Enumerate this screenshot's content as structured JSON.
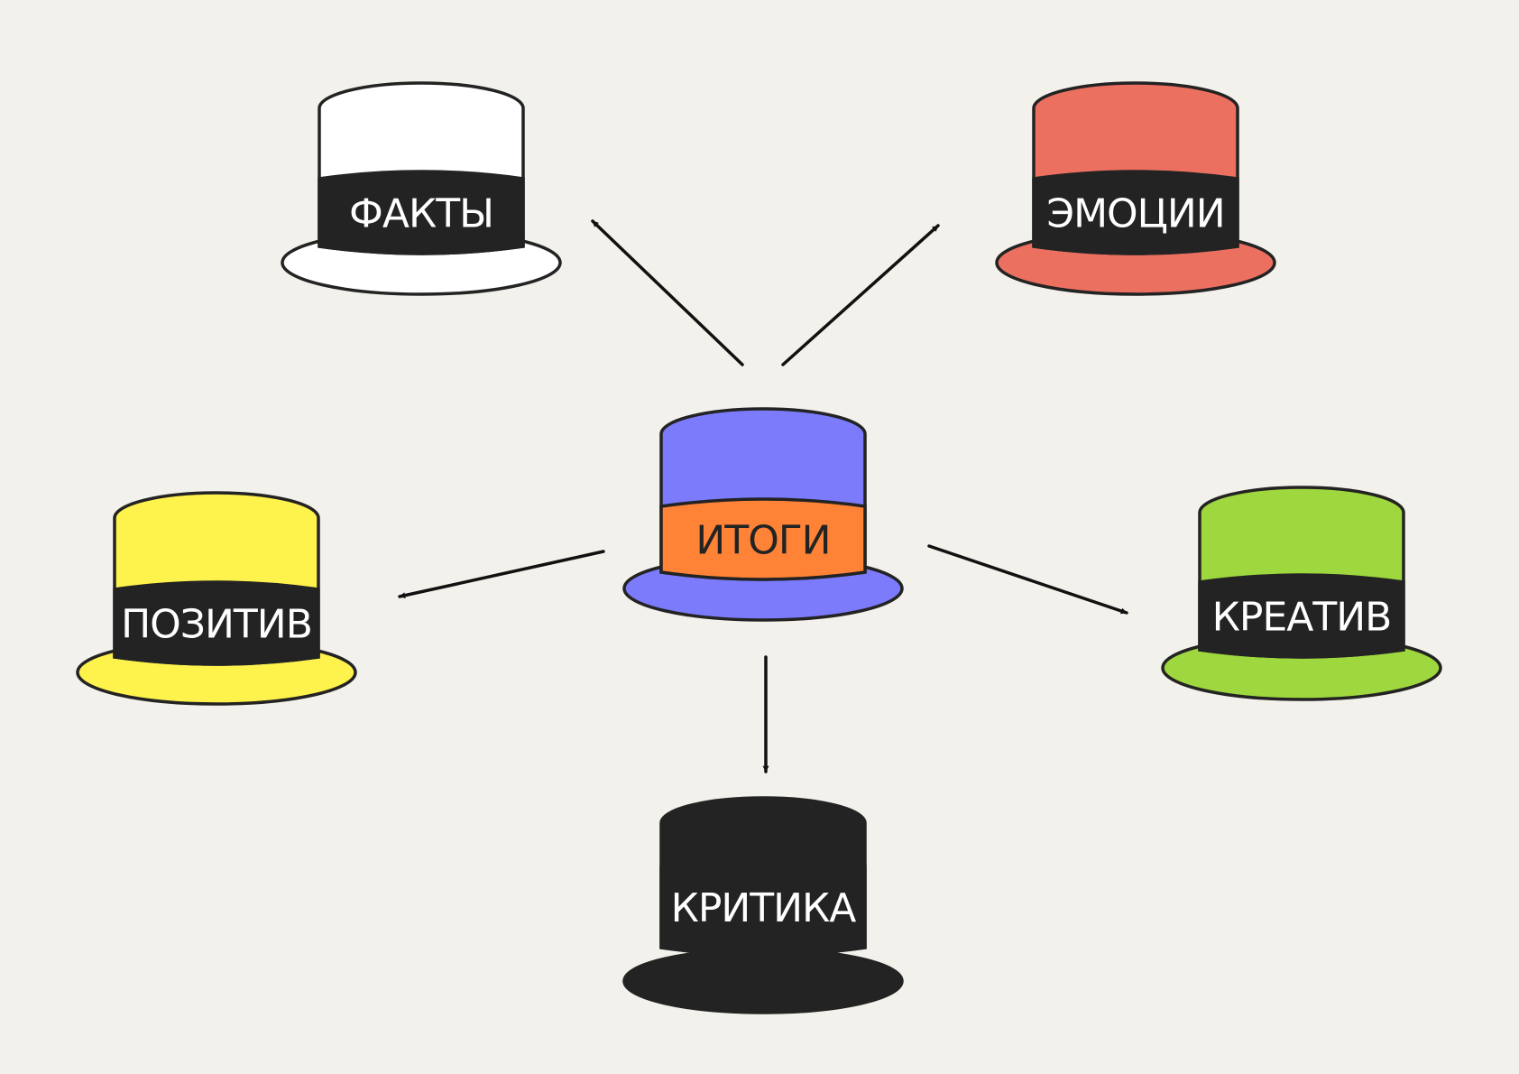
{
  "background_color": "#f3f1eb",
  "outline_color": "#232323",
  "hats": [
    {
      "id": "facts",
      "label": "ФАКТЫ",
      "crown_color": "#ffffff",
      "band_color": "#232323",
      "brim_color": "#ffffff",
      "label_color": "#ffffff"
    },
    {
      "id": "emotions",
      "label": "ЭМОЦИИ",
      "crown_color": "#ec7060",
      "band_color": "#232323",
      "brim_color": "#ec7060",
      "label_color": "#ffffff"
    },
    {
      "id": "summary",
      "label": "ИТОГИ",
      "crown_color": "#7b7bfc",
      "band_color": "#fe8337",
      "brim_color": "#7b7bfc",
      "label_color": "#232323"
    },
    {
      "id": "positive",
      "label": "ПОЗИТИВ",
      "crown_color": "#fef24d",
      "band_color": "#232323",
      "brim_color": "#fef24d",
      "label_color": "#ffffff"
    },
    {
      "id": "creative",
      "label": "КРЕАТИВ",
      "crown_color": "#9ed73e",
      "band_color": "#232323",
      "brim_color": "#9ed73e",
      "label_color": "#ffffff"
    },
    {
      "id": "criticism",
      "label": "КРИТИКА",
      "crown_color": "#232323",
      "band_color": "#232323",
      "brim_color": "#232323",
      "label_color": "#ffffff"
    }
  ],
  "arrows": [
    {
      "from": "summary",
      "to": "facts"
    },
    {
      "from": "summary",
      "to": "emotions"
    },
    {
      "from": "summary",
      "to": "positive"
    },
    {
      "from": "summary",
      "to": "creative"
    },
    {
      "from": "summary",
      "to": "criticism"
    }
  ]
}
